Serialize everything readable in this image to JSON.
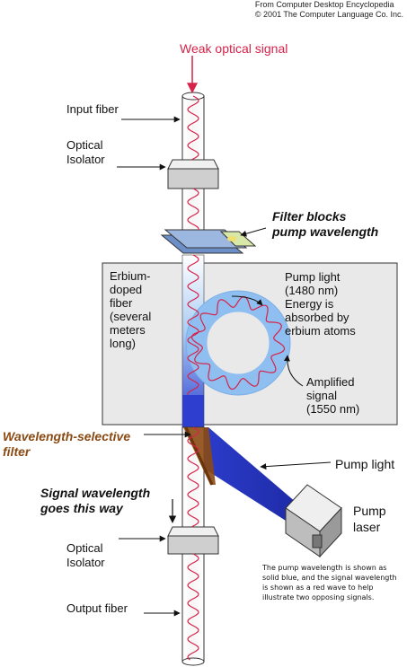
{
  "credit": {
    "line1": "From Computer Desktop Encyclopedia",
    "line2": "© 2001 The Computer Language Co. Inc."
  },
  "labels": {
    "weak_signal": "Weak optical signal",
    "input_fiber": "Input fiber",
    "optical_isolator_top_1": "Optical",
    "optical_isolator_top_2": "Isolator",
    "filter_blocks_1": "Filter blocks",
    "filter_blocks_2": "pump wavelength",
    "erbium_1": "Erbium-",
    "erbium_2": "doped",
    "erbium_3": "fiber",
    "erbium_4": "(several",
    "erbium_5": "meters",
    "erbium_6": "long)",
    "pump_light_box_1": "Pump light",
    "pump_light_box_2": "(1480 nm)",
    "energy_1": "Energy is",
    "energy_2": "absorbed by",
    "energy_3": "erbium atoms",
    "amplified_1": "Amplified",
    "amplified_2": "signal",
    "amplified_3": "(1550 nm)",
    "wsf_1": "Wavelength-selective",
    "wsf_2": "filter",
    "pump_light_right": "Pump light",
    "signal_way_1": "Signal wavelength",
    "signal_way_2": "goes this way",
    "pump_laser_1": "Pump",
    "pump_laser_2": "laser",
    "optical_isolator_bottom_1": "Optical",
    "optical_isolator_bottom_2": "Isolator",
    "output_fiber": "Output fiber"
  },
  "note": "The pump wavelength is shown as solid blue, and the signal wavelength is shown as a red wave to help illustrate two opposing signals.",
  "colors": {
    "signal_red": "#d6234a",
    "pump_blue": "#2e3fd0",
    "light_blue": "#8fbff0",
    "box_gray": "#e9e9e9",
    "isolator_gray": "#d0d0d0",
    "filter_brown": "#8b4a13"
  }
}
